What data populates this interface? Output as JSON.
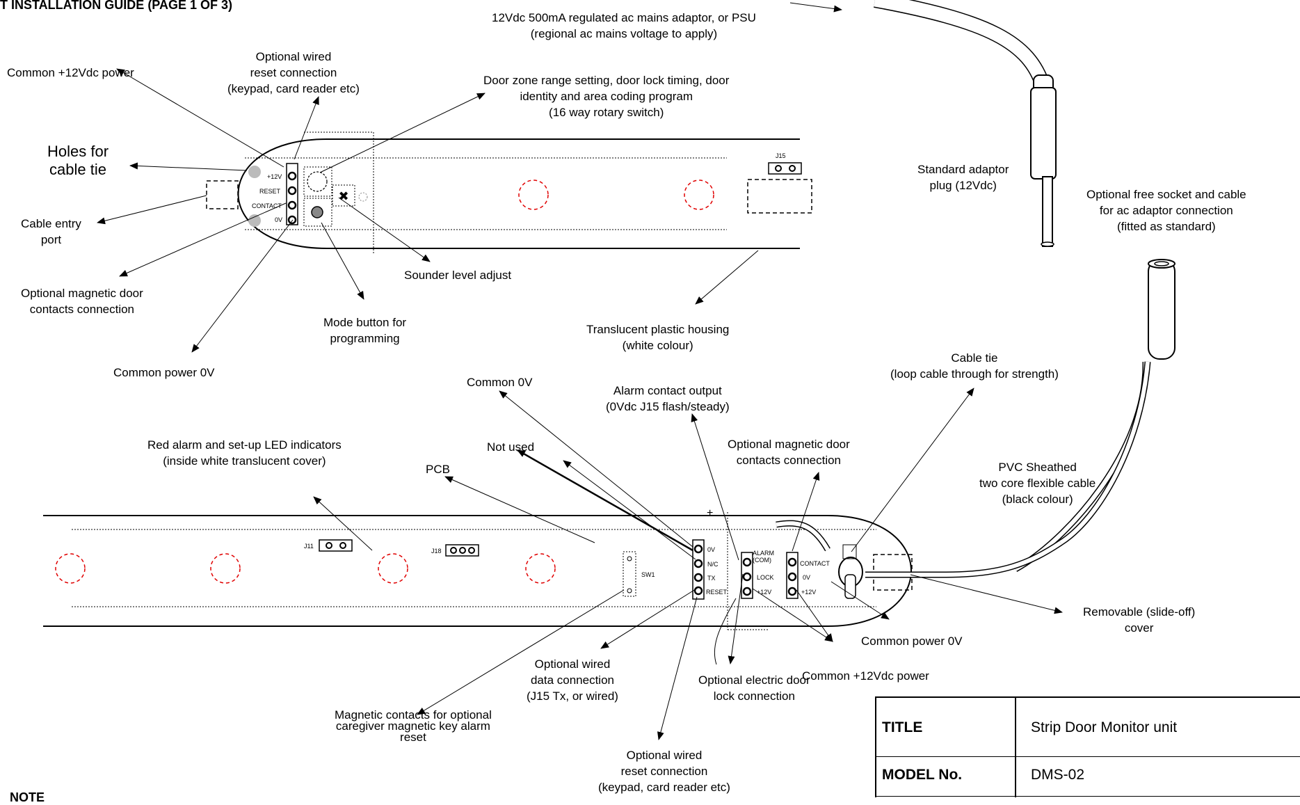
{
  "header": {
    "title": "T INSTALLATION GUIDE (PAGE 1 OF 3)"
  },
  "note": {
    "label": "NOTE"
  },
  "labels": {
    "adaptor_psu": "12Vdc 500mA regulated ac mains adaptor, or PSU\n(regional ac mains voltage to apply)",
    "common_12v_top": "Common +12Vdc power",
    "optional_wired_reset_top": "Optional wired\nreset connection\n(keypad, card reader etc)",
    "door_zone": "Door zone range setting, door lock timing, door\nidentity and area coding program\n(16 way rotary switch)",
    "holes_cable_tie": "Holes for\ncable tie",
    "cable_entry_port": "Cable entry\nport",
    "optional_magnetic_top": "Optional magnetic door\ncontacts connection",
    "sounder_level": "Sounder level adjust",
    "mode_button": "Mode button for\nprogramming",
    "translucent_housing": "Translucent plastic housing\n(white colour)",
    "common_power_0v_top": "Common power 0V",
    "standard_adaptor_plug": "Standard adaptor\nplug (12Vdc)",
    "optional_free_socket": "Optional free socket and cable\nfor ac adaptor connection\n(fitted as standard)",
    "cable_tie": "Cable tie\n(loop cable through for strength)",
    "common_0v_bottom": "Common 0V",
    "alarm_contact_output": "Alarm contact output\n(0Vdc J15 flash/steady)",
    "red_alarm_led": "Red alarm and set-up LED indicators\n(inside white translucent cover)",
    "not_used": "Not used",
    "optional_magnetic_bottom": "Optional magnetic door\ncontacts connection",
    "pvc_sheathed": "PVC Sheathed\ntwo core flexible cable\n(black colour)",
    "pcb": "PCB",
    "removable_cover": "Removable (slide-off)\ncover",
    "common_power_0v_bottom": "Common power 0V",
    "optional_wired_data": "Optional wired\ndata connection\n(J15 Tx, or wired)",
    "common_12v_bottom": "Common +12Vdc power",
    "optional_electric_lock": "Optional electric door\nlock connection",
    "magnetic_contacts_caregiver": "Magnetic contacts for optional\ncaregiver magnetic key alarm\nreset",
    "optional_wired_reset_bottom": "Optional wired\nreset connection\n(keypad, card reader etc)"
  },
  "pcb_marks": {
    "top_terminals": [
      "+12V",
      "RESET",
      "CONTACT",
      "0V"
    ],
    "j15": "J15",
    "j11": "J11",
    "j18": "J18",
    "sw1": "SW1",
    "plus": "+",
    "bottom_terminals_a": [
      "0V",
      "N/C",
      "TX",
      "RESET"
    ],
    "bottom_terminals_b": [
      "ALARM\n(COM)",
      "LOCK",
      "+12V"
    ],
    "bottom_terminals_c": [
      "CONTACT",
      "0V",
      "+12V"
    ]
  },
  "title_block": {
    "title_key": "TITLE",
    "title_value": "Strip Door Monitor unit",
    "model_key": "MODEL No.",
    "model_value": "DMS-02"
  }
}
